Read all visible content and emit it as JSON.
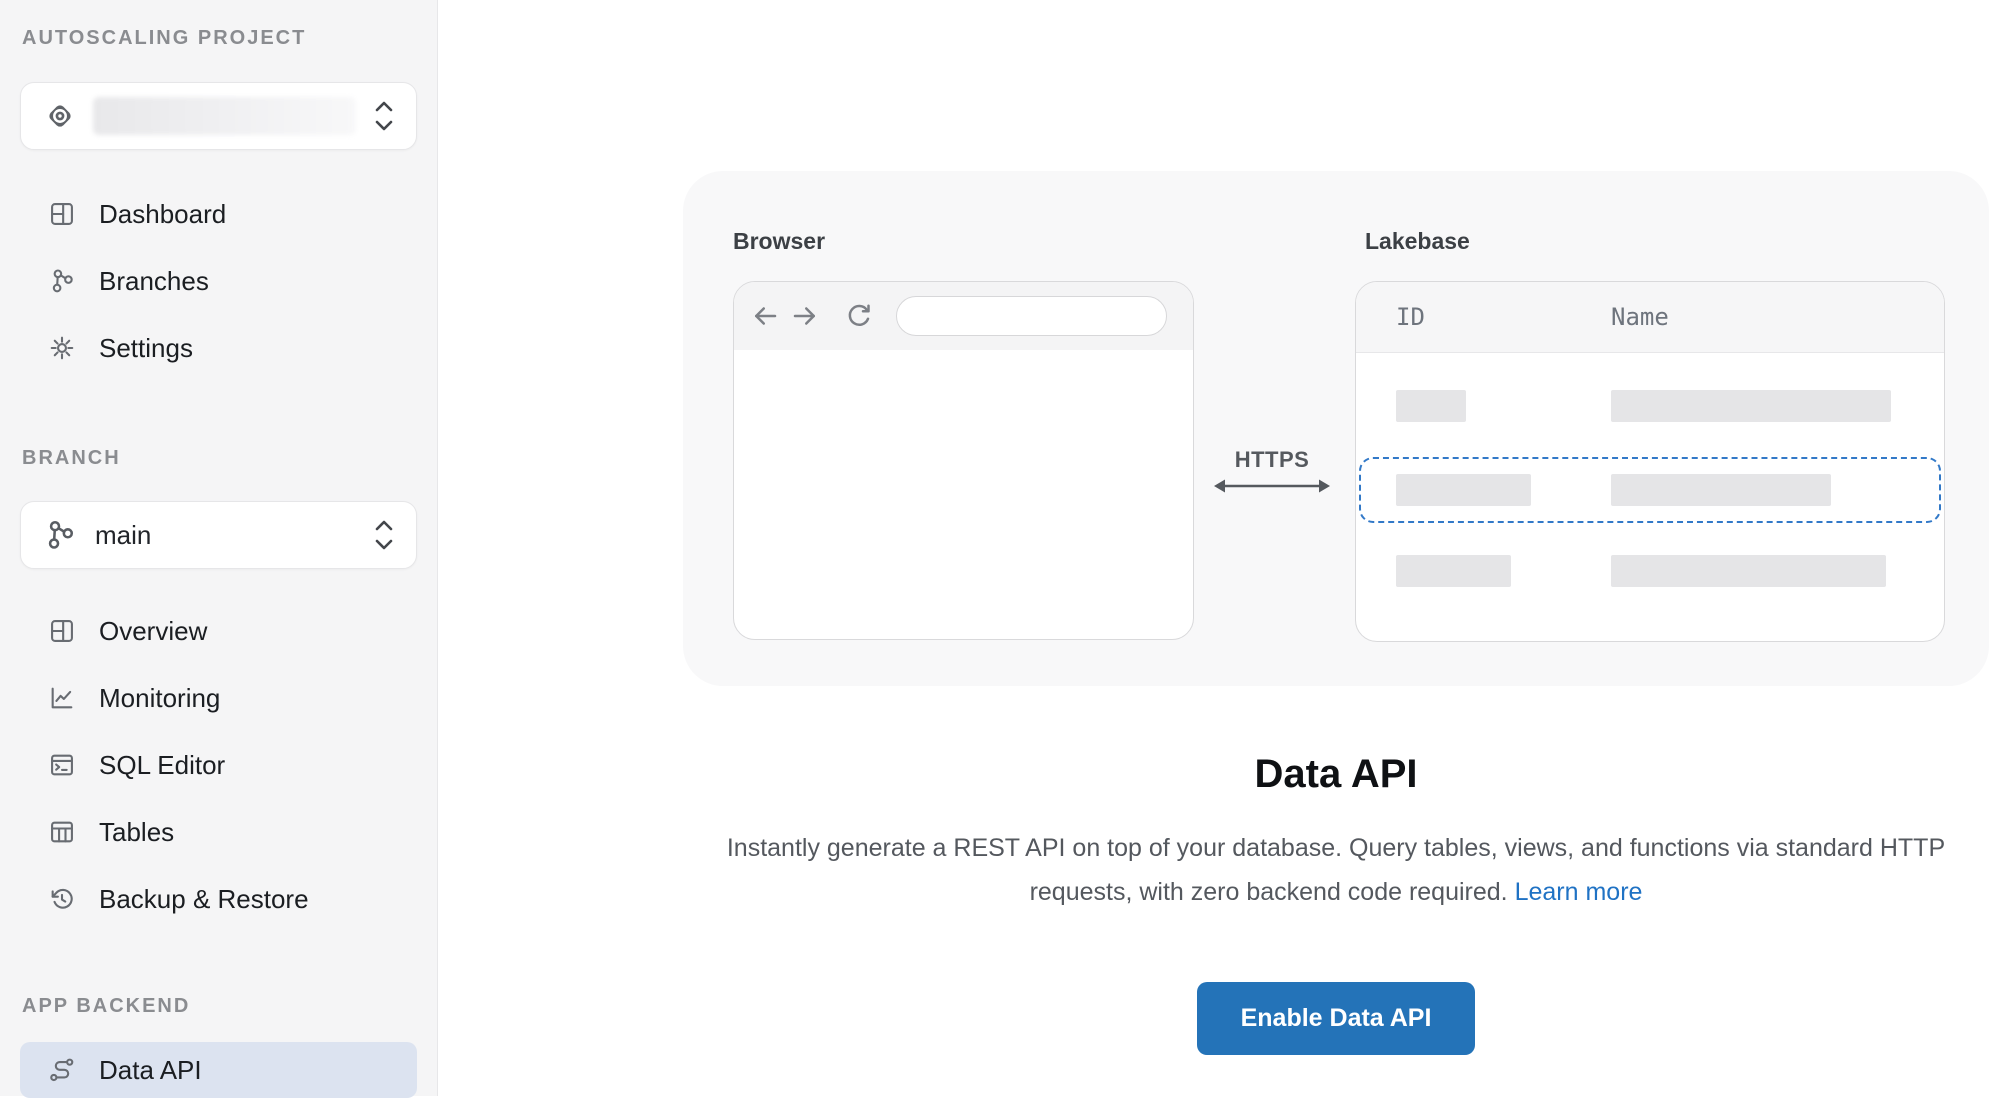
{
  "sidebar": {
    "project_section_label": "AUTOSCALING PROJECT",
    "project_selector": {
      "value": "",
      "value_redacted": true
    },
    "project_nav": [
      {
        "label": "Dashboard"
      },
      {
        "label": "Branches"
      },
      {
        "label": "Settings"
      }
    ],
    "branch_section_label": "BRANCH",
    "branch_selector": {
      "value": "main"
    },
    "branch_nav": [
      {
        "label": "Overview"
      },
      {
        "label": "Monitoring"
      },
      {
        "label": "SQL Editor"
      },
      {
        "label": "Tables"
      },
      {
        "label": "Backup & Restore"
      }
    ],
    "backend_section_label": "APP BACKEND",
    "backend_nav": [
      {
        "label": "Data API",
        "selected": true
      }
    ]
  },
  "main": {
    "illustration": {
      "browser_label": "Browser",
      "lakebase_label": "Lakebase",
      "protocol_label": "HTTPS",
      "table": {
        "headers": [
          "ID",
          "Name"
        ],
        "placeholder_row_count": 3,
        "highlighted_row_index": 1
      }
    },
    "heading": "Data API",
    "description": "Instantly generate a REST API on top of your database. Query tables, views, and functions via standard HTTP requests, with zero backend code required.",
    "learn_more_label": "Learn more",
    "enable_button_label": "Enable Data API"
  },
  "colors": {
    "accent_blue": "#2473B8",
    "link_blue": "#1F72C4",
    "selected_item_bg": "#DCE3F0",
    "dashed_highlight_blue": "#3279C8",
    "sidebar_bg": "#F5F5F6",
    "card_bg": "#F8F8F9"
  }
}
